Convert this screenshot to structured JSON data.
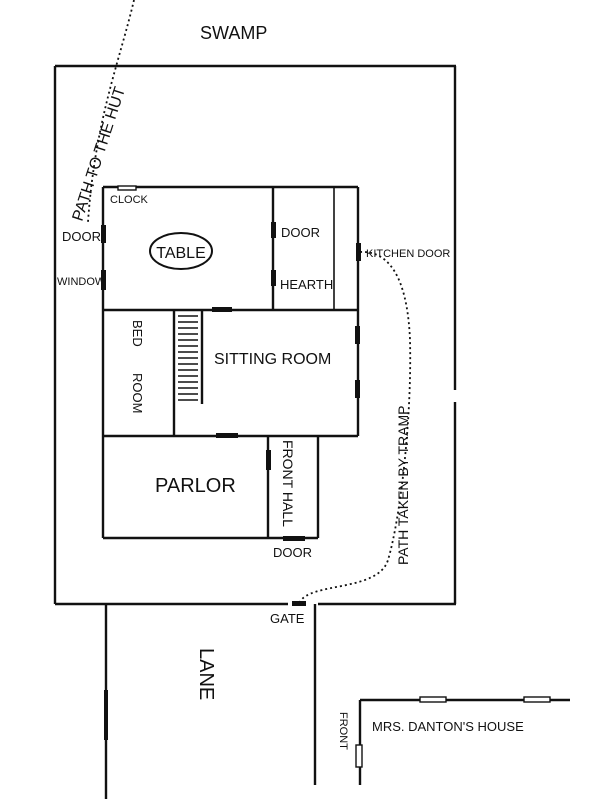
{
  "labels": {
    "swamp": "SWAMP",
    "path_to_hut": "PATH TO THE HUT",
    "clock": "CLOCK",
    "door_west": "DOOR",
    "window": "WINDOW",
    "table": "TABLE",
    "door_inner": "DOOR",
    "hearth": "HEARTH",
    "kitchen_door": "KITCHEN DOOR",
    "bed_room_1": "BED",
    "bed_room_2": "ROOM",
    "sitting_room": "SITTING ROOM",
    "path_tramp": "PATH TAKEN BY TRAMP",
    "parlor": "PARLOR",
    "front_hall": "FRONT HALL",
    "door_front": "DOOR",
    "gate": "GATE",
    "lane": "LANE",
    "front": "FRONT",
    "danton_house": "MRS. DANTON'S HOUSE"
  }
}
